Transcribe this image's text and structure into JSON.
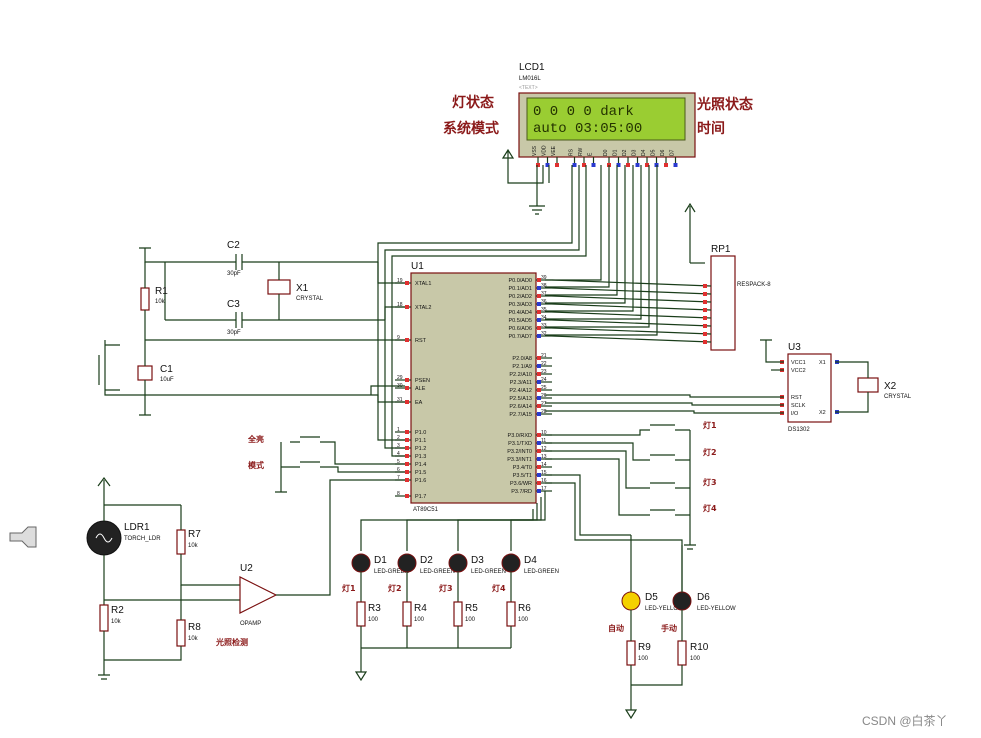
{
  "lcd": {
    "ref": "LCD1",
    "model": "LM016L",
    "line1": "0 0 0 0  dark",
    "line2": "auto    03:05:00",
    "tex": "<TEXT>",
    "pin_labels": [
      "VSS",
      "VDD",
      "VEE",
      "RS",
      "RW",
      "E",
      "D0",
      "D1",
      "D2",
      "D3",
      "D4",
      "D5",
      "D6",
      "D7"
    ]
  },
  "annotations": {
    "lamp_state": "灯状态",
    "system_mode": "系统模式",
    "light_state": "光照状态",
    "time": "时间",
    "light_detect": "光照检测"
  },
  "mcu": {
    "ref": "U1",
    "model": "AT89C51",
    "left_pins": [
      "XTAL1",
      "XTAL2",
      "RST",
      "PSEN",
      "ALE",
      "EA",
      "P1.0",
      "P1.1",
      "P1.2",
      "P1.3",
      "P1.4",
      "P1.5",
      "P1.6",
      "P1.7"
    ],
    "right_pins": [
      "P0.0/AD0",
      "P0.1/AD1",
      "P0.2/AD2",
      "P0.3/AD3",
      "P0.4/AD4",
      "P0.5/AD5",
      "P0.6/AD6",
      "P0.7/AD7",
      "P2.0/A8",
      "P2.1/A9",
      "P2.2/A10",
      "P2.3/A11",
      "P2.4/A12",
      "P2.5/A13",
      "P2.6/A14",
      "P2.7/A15",
      "P3.0/RXD",
      "P3.1/TXD",
      "P3.2/INT0",
      "P3.3/INT1",
      "P3.4/T0",
      "P3.5/T1",
      "P3.6/WR",
      "P3.7/RD"
    ],
    "left_nums": [
      "19",
      "18",
      "9",
      "29",
      "30",
      "31",
      "1",
      "2",
      "3",
      "4",
      "5",
      "6",
      "7",
      "8"
    ],
    "right_nums": [
      "39",
      "38",
      "37",
      "36",
      "35",
      "34",
      "33",
      "32",
      "21",
      "22",
      "23",
      "24",
      "25",
      "26",
      "27",
      "28",
      "10",
      "11",
      "12",
      "13",
      "14",
      "15",
      "16",
      "17"
    ]
  },
  "rp1": {
    "ref": "RP1",
    "model": "RESPACK-8"
  },
  "rtc": {
    "ref": "U3",
    "model": "DS1302",
    "pins_left": [
      "VCC1",
      "VCC2",
      "RST",
      "SCLK",
      "I/O"
    ],
    "pins_right": [
      "X1",
      "X2"
    ]
  },
  "x1": {
    "ref": "X1",
    "model": "CRYSTAL"
  },
  "x2": {
    "ref": "X2",
    "model": "CRYSTAL"
  },
  "c1": {
    "ref": "C1",
    "value": "10uF"
  },
  "c2": {
    "ref": "C2",
    "value": "30pF"
  },
  "c3": {
    "ref": "C3",
    "value": "30pF"
  },
  "r1": {
    "ref": "R1",
    "value": "10k"
  },
  "ldr": {
    "ref": "LDR1",
    "model": "TORCH_LDR"
  },
  "r2": {
    "ref": "R2",
    "value": "10k"
  },
  "r7": {
    "ref": "R7",
    "value": "10k"
  },
  "r8": {
    "ref": "R8",
    "value": "10k"
  },
  "opamp": {
    "ref": "U2",
    "model": "OPAMP"
  },
  "switch_labels": {
    "all_on": "全亮",
    "mode": "模式",
    "lamp1": "灯1",
    "lamp2": "灯2",
    "lamp3": "灯3",
    "lamp4": "灯4"
  },
  "leds": [
    {
      "ref": "D1",
      "model": "LED-GREEN",
      "label": "灯1",
      "rref": "R3",
      "rval": "100"
    },
    {
      "ref": "D2",
      "model": "LED-GREEN",
      "label": "灯2",
      "rref": "R4",
      "rval": "100"
    },
    {
      "ref": "D3",
      "model": "LED-GREEN",
      "label": "灯3",
      "rref": "R5",
      "rval": "100"
    },
    {
      "ref": "D4",
      "model": "LED-GREEN",
      "label": "灯4",
      "rref": "R6",
      "rval": "100"
    }
  ],
  "d5": {
    "ref": "D5",
    "model": "LED-YELLOW",
    "label": "自动",
    "rref": "R9",
    "rval": "100"
  },
  "d6": {
    "ref": "D6",
    "model": "LED-YELLOW",
    "label": "手动",
    "rref": "R10",
    "rval": "100"
  },
  "watermark": "CSDN @白茶丫",
  "colors": {
    "chip_fill": "#c8c8a8",
    "lcd_screen": "#9acd32",
    "part_stroke": "#7a1010",
    "wire": "#1a3d1a",
    "annotation": "#8b1a1a"
  }
}
